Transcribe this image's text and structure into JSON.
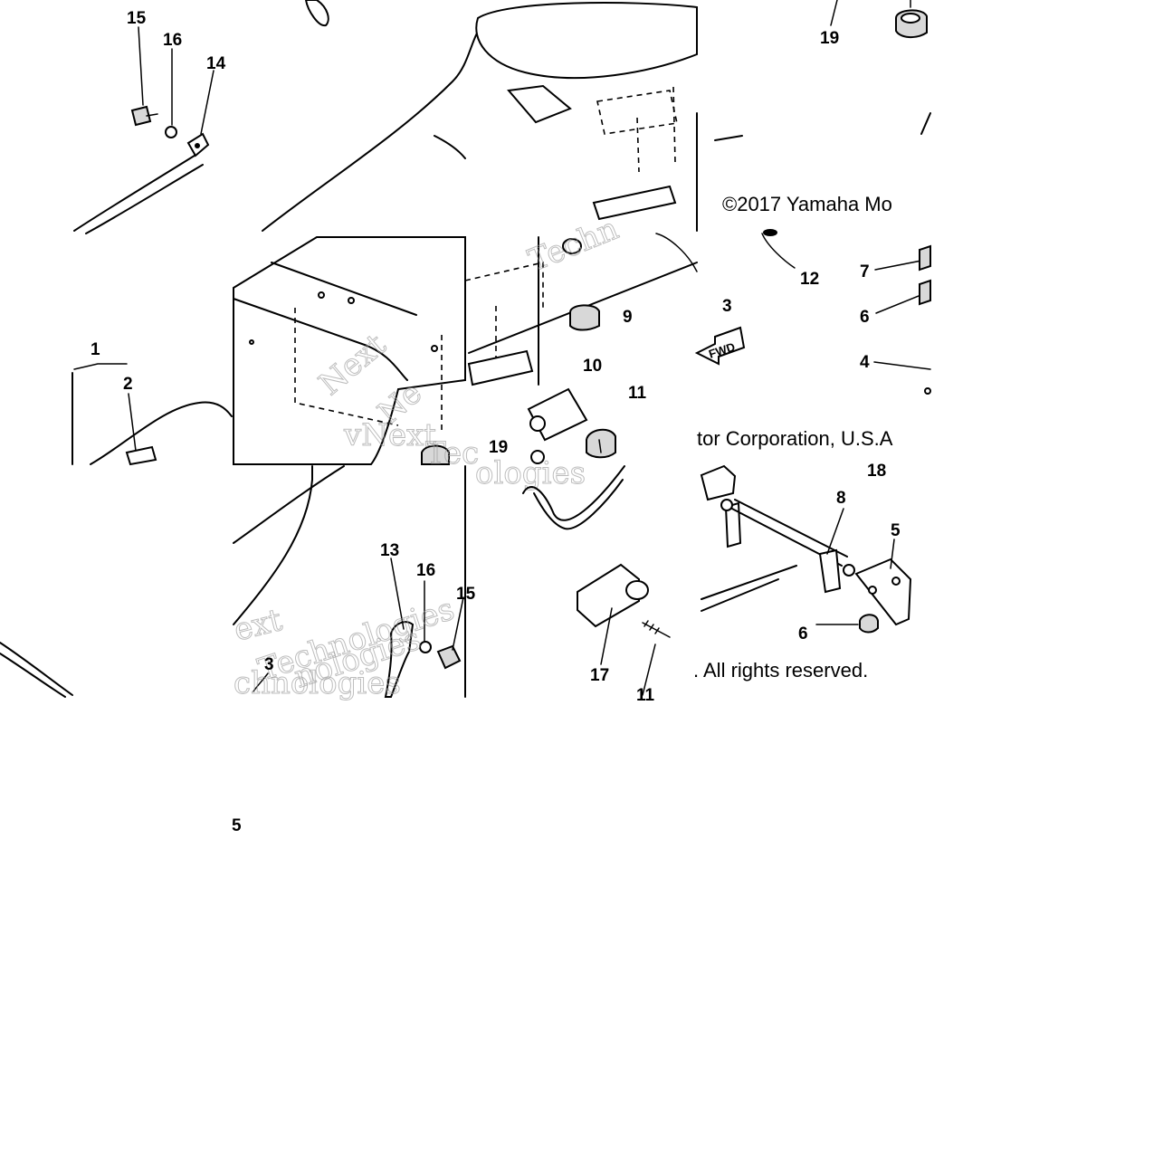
{
  "notice": {
    "line1": "©2017 Yamaha Mo",
    "line2": "tor Corporation, U.S.A",
    "line3": ". All rights reserved."
  },
  "watermark": {
    "text_a": "Next",
    "text_b": "Technologies",
    "text_c": "ext",
    "text_d": "nologies",
    "text_e": "Techn",
    "text_f": "vNext",
    "text_g": "Tec",
    "text_h": "ologies",
    "text_i": "chnologies",
    "text_j": "Ne"
  },
  "fwd_arrow": {
    "label": "FWD"
  },
  "callouts": [
    "15",
    "16",
    "14",
    "19",
    "1",
    "2",
    "12",
    "7",
    "6",
    "4",
    "3",
    "9",
    "10",
    "11",
    "19",
    "18",
    "8",
    "5",
    "6",
    "13",
    "16",
    "15",
    "17",
    "3",
    "5",
    "11"
  ],
  "colors": {
    "line": "#000000",
    "background": "#ffffff",
    "watermark": "#9a9a9a"
  }
}
